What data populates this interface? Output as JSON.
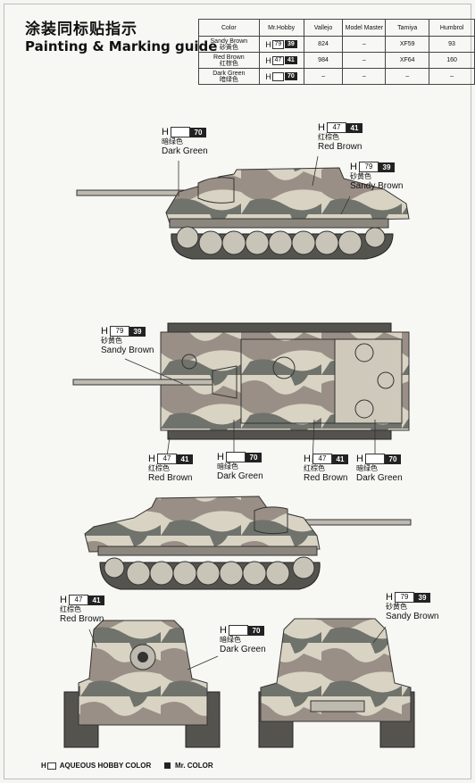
{
  "header": {
    "title_cn": "涂装同标贴指示",
    "title_en": "Painting & Marking guide"
  },
  "table": {
    "columns": [
      "Color",
      "Mr.Hobby",
      "Vallejo",
      "Model Master",
      "Tamiya",
      "Humbrol"
    ],
    "rows": [
      {
        "name": "Sandy Brown",
        "cn": "砂黄色",
        "code": "79",
        "mr": "39",
        "vallejo": "824",
        "mm": "–",
        "tamiya": "XF59",
        "humbrol": "93"
      },
      {
        "name": "Red Brown",
        "cn": "红棕色",
        "code": "47",
        "mr": "41",
        "vallejo": "984",
        "mm": "–",
        "tamiya": "XF64",
        "humbrol": "160"
      },
      {
        "name": "Dark Green",
        "cn": "暗绿色",
        "code": "",
        "mr": "70",
        "vallejo": "–",
        "mm": "–",
        "tamiya": "–",
        "humbrol": "–"
      }
    ]
  },
  "labels": {
    "side_dg": {
      "code": "",
      "mr": "70",
      "cn": "暗绿色",
      "en": "Dark Green"
    },
    "side_rb": {
      "code": "47",
      "mr": "41",
      "cn": "红棕色",
      "en": "Red Brown"
    },
    "side_sb": {
      "code": "79",
      "mr": "39",
      "cn": "砂黄色",
      "en": "Sandy Brown"
    },
    "top_sb": {
      "code": "79",
      "mr": "39",
      "cn": "砂黄色",
      "en": "Sandy Brown"
    },
    "top_rb1": {
      "code": "47",
      "mr": "41",
      "cn": "红棕色",
      "en": "Red Brown"
    },
    "top_dg1": {
      "code": "",
      "mr": "70",
      "cn": "暗绿色",
      "en": "Dark Green"
    },
    "top_rb2": {
      "code": "47",
      "mr": "41",
      "cn": "红棕色",
      "en": "Red Brown"
    },
    "top_dg2": {
      "code": "",
      "mr": "70",
      "cn": "暗绿色",
      "en": "Dark Green"
    },
    "front_rb": {
      "code": "47",
      "mr": "41",
      "cn": "红棕色",
      "en": "Red Brown"
    },
    "front_dg": {
      "code": "",
      "mr": "70",
      "cn": "暗绿色",
      "en": "Dark Green"
    },
    "rear_sb": {
      "code": "79",
      "mr": "39",
      "cn": "砂黄色",
      "en": "Sandy Brown"
    },
    "h_letter": "H"
  },
  "footer": {
    "aqueous": "AQUEOUS HOBBY COLOR",
    "mr": "Mr. COLOR"
  },
  "colors": {
    "sandy": "#d9d3c4",
    "brown": "#9a8f86",
    "green": "#6f736c",
    "dark": "#2a2a2a"
  }
}
